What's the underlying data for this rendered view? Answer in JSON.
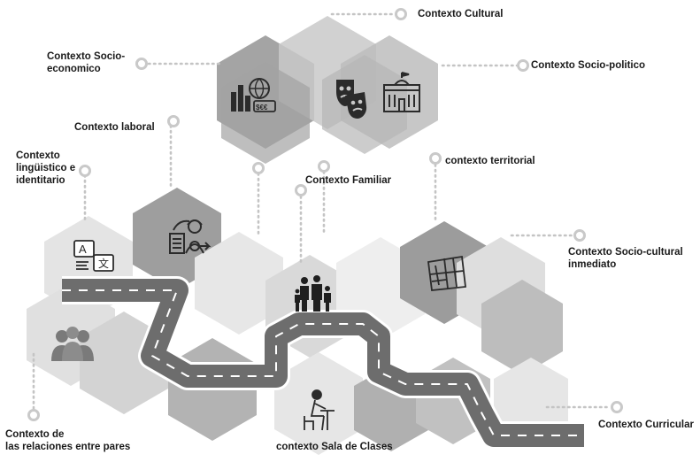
{
  "diagram": {
    "title": "",
    "nodes": [
      {
        "id": "cultural",
        "label": "Contexto Cultural"
      },
      {
        "id": "socio_economico",
        "label": "Contexto Socio-\neconomico"
      },
      {
        "id": "socio_politico",
        "label": "Contexto Socio-politico"
      },
      {
        "id": "laboral",
        "label": "Contexto laboral"
      },
      {
        "id": "linguistico",
        "label": "Contexto\nlingüistico e\nidentitario"
      },
      {
        "id": "familiar",
        "label": "Contexto Familiar"
      },
      {
        "id": "territorial",
        "label": "contexto territorial"
      },
      {
        "id": "socio_cultural_inmediato",
        "label": "Contexto Socio-cultural\ninmediato"
      },
      {
        "id": "pares",
        "label": "Contexto de\nlas relaciones entre pares"
      },
      {
        "id": "sala_clases",
        "label": "contexto Sala de Clases"
      },
      {
        "id": "curricular",
        "label": "Contexto Curricular"
      }
    ],
    "icons": [
      {
        "name": "economy-icon",
        "node": "socio_economico"
      },
      {
        "name": "theater-masks-icon",
        "node": "cultural"
      },
      {
        "name": "government-building-icon",
        "node": "socio_politico"
      },
      {
        "name": "worker-gear-icon",
        "node": "laboral"
      },
      {
        "name": "translate-icon",
        "node": "linguistico"
      },
      {
        "name": "family-icon",
        "node": "familiar"
      },
      {
        "name": "city-map-icon",
        "node": "territorial"
      },
      {
        "name": "peer-group-icon",
        "node": "pares"
      },
      {
        "name": "student-desk-icon",
        "node": "sala_clases"
      }
    ],
    "colors": {
      "hex_dark": "#8f8f8f",
      "hex_mid": "#b4b4b4",
      "hex_light": "#d4d4d4",
      "hex_lighter": "#e3e3e3",
      "road": "#6f6f6f",
      "road_edge": "#ffffff",
      "connector": "#c4c4c4",
      "text": "#1a1a1a"
    }
  }
}
